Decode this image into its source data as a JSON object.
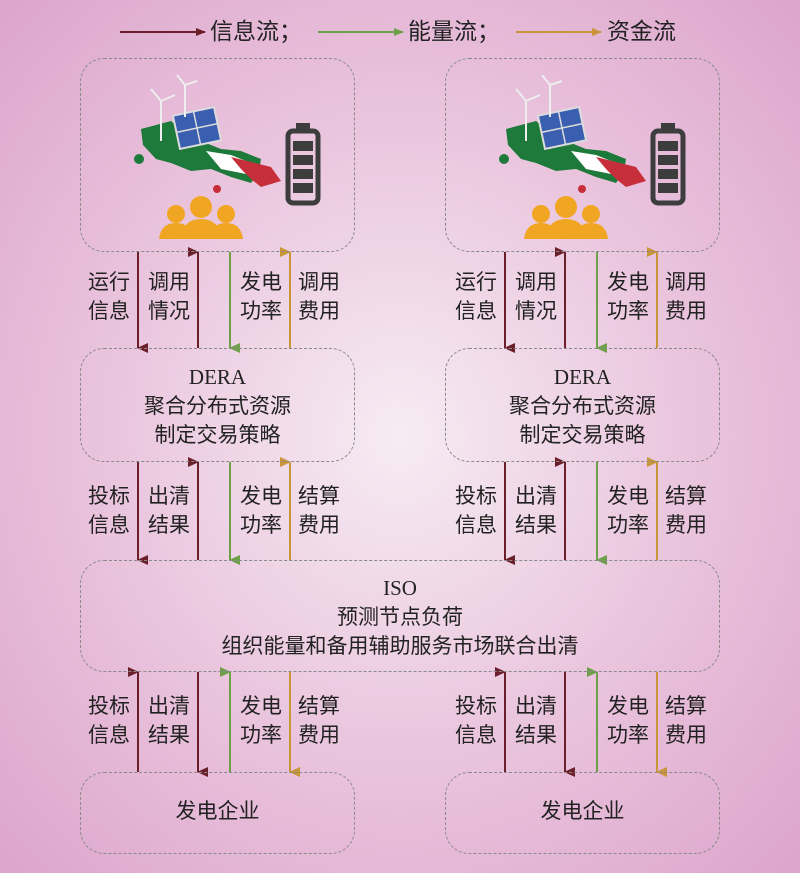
{
  "legend": {
    "info": "信息流；",
    "energy": "能量流；",
    "money": "资金流",
    "colors": {
      "info": "#6b1f2a",
      "energy": "#6ea04a",
      "money": "#c89538"
    }
  },
  "der_clusters": [
    {
      "icons": [
        "map-with-renewables-icon",
        "battery-icon",
        "users-group-icon"
      ]
    },
    {
      "icons": [
        "map-with-renewables-icon",
        "battery-icon",
        "users-group-icon"
      ]
    }
  ],
  "dera": {
    "name": "DERA",
    "line1": "聚合分布式资源",
    "line2": "制定交易策略"
  },
  "iso": {
    "name": "ISO",
    "line1": "预测节点负荷",
    "line2": "组织能量和备用辅助服务市场联合出清"
  },
  "generator": {
    "label": "发电企业"
  },
  "flows": {
    "der_dera": {
      "run_info": [
        "运行",
        "信息"
      ],
      "dispatch": [
        "调用",
        "情况"
      ],
      "gen_power": [
        "发电",
        "功率"
      ],
      "dispatch_cost": [
        "调用",
        "费用"
      ]
    },
    "dera_iso": {
      "bid_info": [
        "投标",
        "信息"
      ],
      "clear_result": [
        "出清",
        "结果"
      ],
      "gen_power": [
        "发电",
        "功率"
      ],
      "settle_cost": [
        "结算",
        "费用"
      ]
    },
    "iso_gen": {
      "bid_info": [
        "投标",
        "信息"
      ],
      "clear_result": [
        "出清",
        "结果"
      ],
      "gen_power": [
        "发电",
        "功率"
      ],
      "settle_cost": [
        "结算",
        "费用"
      ]
    }
  }
}
